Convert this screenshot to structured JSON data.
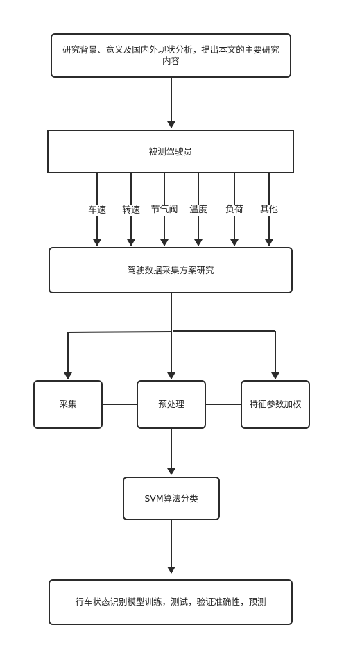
{
  "nodes": {
    "research_background": "研究背景、意义及国内外现状分析，提出本文的主要研究内容",
    "driver_tested": "被测驾驶员",
    "data_collection_plan": "驾驶数据采集方案研究",
    "collection": "采集",
    "preprocessing": "预处理",
    "feature_weighting": "特征参数加权",
    "svm_classification": "SVM算法分类",
    "model_training": "行车状态识别模型训练，测试，验证准确性，预测"
  },
  "signals": [
    "车速",
    "转速",
    "节气阀",
    "温度",
    "负荷",
    "其他"
  ],
  "colors": {
    "stroke": "#2b2b2b",
    "background": "#ffffff"
  }
}
